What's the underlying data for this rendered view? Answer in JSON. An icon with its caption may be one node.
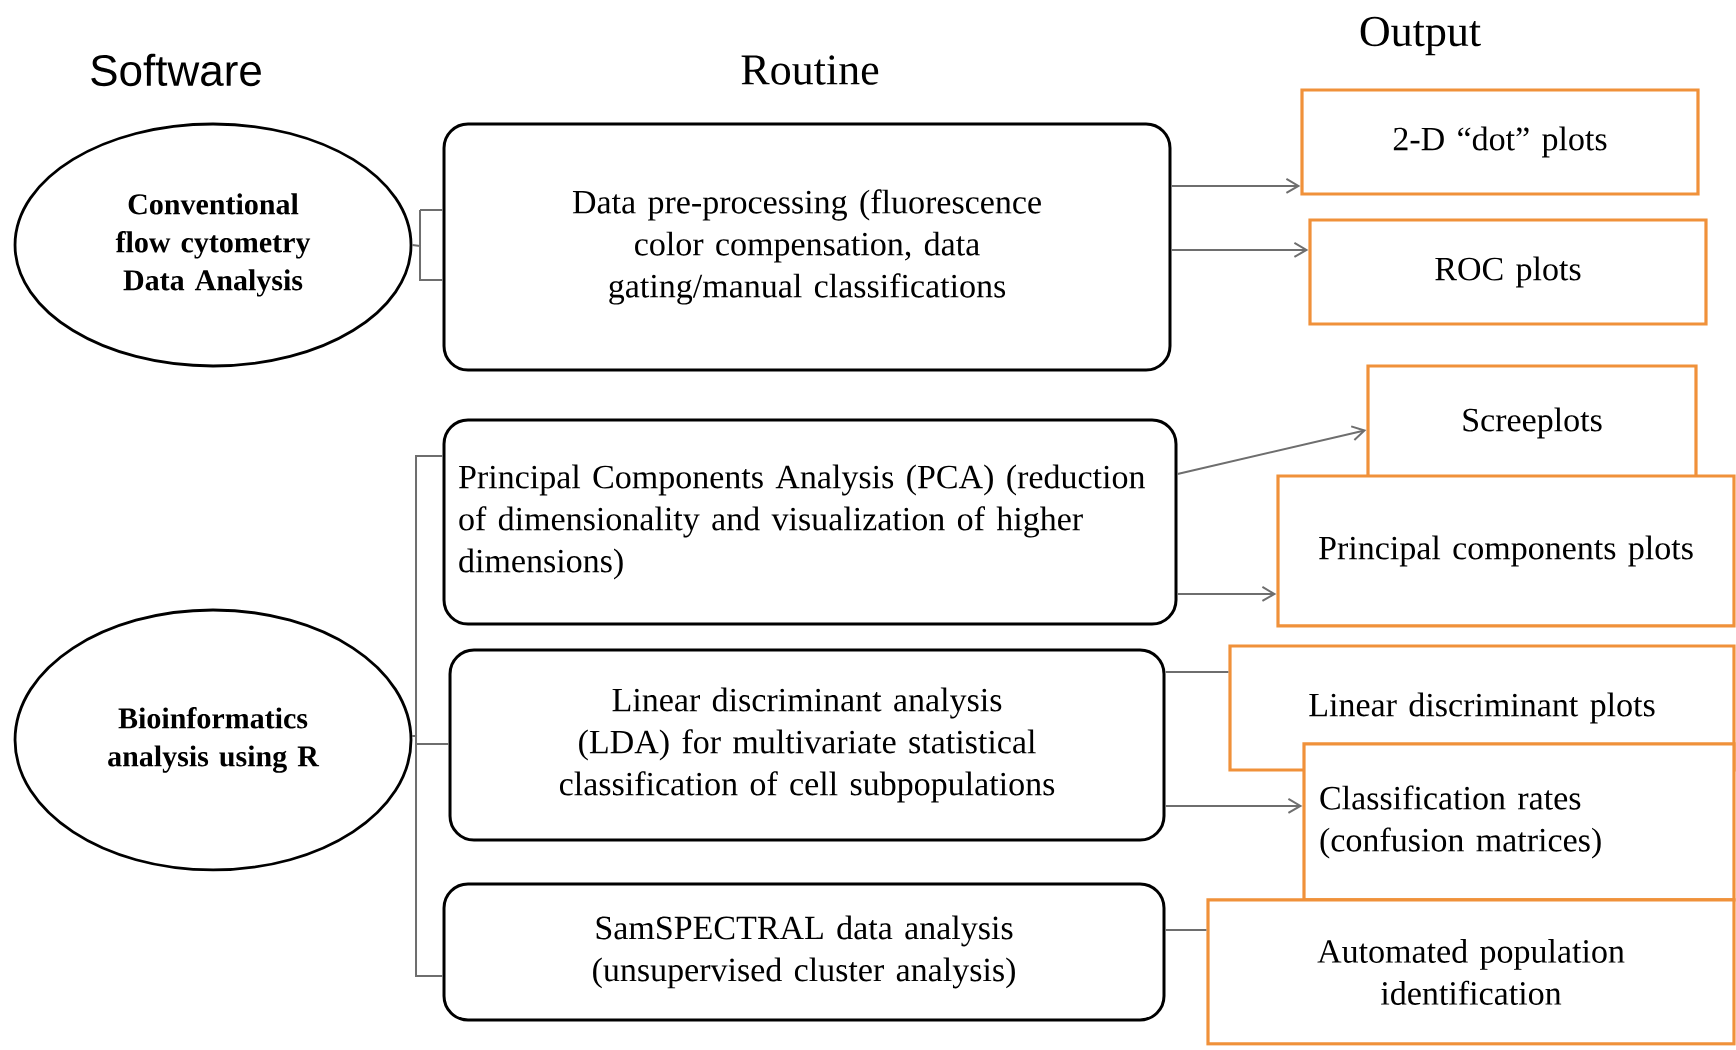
{
  "diagram": {
    "nodes": [
      {
        "text": [
          "Conventional flow cytometry Data Analysis"
        ]
      },
      {
        "text": [
          "Bioinformatics analysis using R"
        ]
      },
      {
        "text": [
          "Data pre-processing (fluorescence color compensation, data gating/manual classifications"
        ]
      },
      {
        "text": [
          "Principal Components Analysis (PCA) (reduction of dimensionality and visualization of higher dimensions)"
        ]
      },
      {
        "text": [
          "Linear discriminant analysis (LDA) for multivariate statistical classification of cell subpopulations"
        ]
      },
      {
        "text": [
          "SamSPECTRAL data analysis (unsupervised cluster analysis)"
        ]
      },
      {
        "text": [
          "2-D “dot” plots"
        ]
      },
      {
        "text": [
          "ROC plots"
        ]
      },
      {
        "text": [
          "Screeplots"
        ]
      },
      {
        "text": [
          "Principal components plots"
        ]
      },
      {
        "text": [
          "Linear discriminant plots"
        ]
      },
      {
        "text": [
          "Classification rates (confusion matrices)"
        ]
      },
      {
        "text": [
          "Automated population identification"
        ]
      }
    ],
    "edges": [
      {
        "from": 0,
        "to": 2,
        "arrow": "none"
      },
      {
        "from": 1,
        "to": 3,
        "arrow": "none"
      },
      {
        "from": 1,
        "to": 4,
        "arrow": "none"
      },
      {
        "from": 1,
        "to": 5,
        "arrow": "none"
      },
      {
        "from": 2,
        "to": 6,
        "arrow": "to"
      },
      {
        "from": 2,
        "to": 7,
        "arrow": "to"
      },
      {
        "from": 3,
        "to": 8,
        "arrow": "to"
      },
      {
        "from": 3,
        "to": 9,
        "arrow": "to"
      },
      {
        "from": 4,
        "to": 10,
        "arrow": "none"
      },
      {
        "from": 4,
        "to": 11,
        "arrow": "to"
      },
      {
        "from": 5,
        "to": 12,
        "arrow": "none"
      }
    ],
    "labels": [
      "Software",
      "Routine",
      "Output"
    ]
  }
}
